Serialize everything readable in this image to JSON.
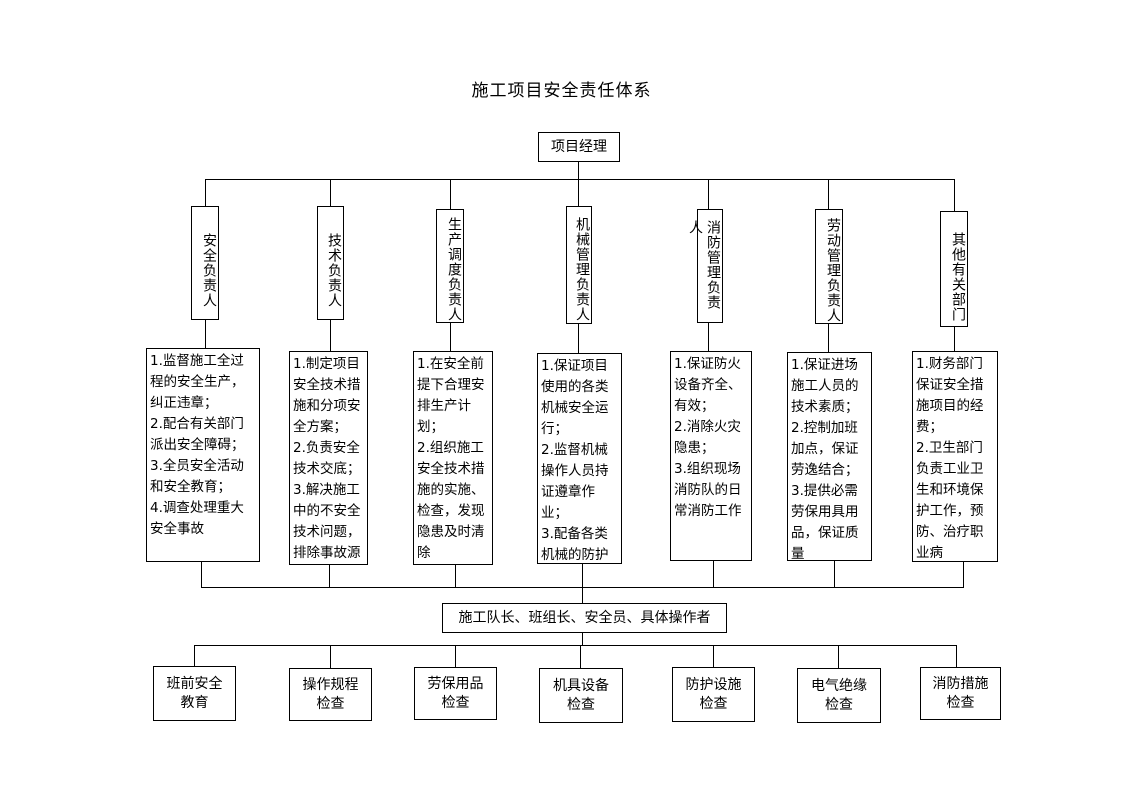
{
  "title": "施工项目安全责任体系",
  "top_node": "项目经理",
  "responsible": [
    {
      "role": "安全负责人",
      "duties": "1.监督施工全过程的安全生产，纠正违章；\n2.配合有关部门派出安全障碍；\n3.全员安全活动和安全教育；\n4.调查处理重大安全事故"
    },
    {
      "role": "技术负责人",
      "duties": "1.制定项目安全技术措施和分项安全方案；\n2.负责安全技术交底；\n3.解决施工中的不安全技术问题，排除事故源"
    },
    {
      "role": "生产调度负责人",
      "duties": "1.在安全前提下合理安排生产计划；\n2.组织施工安全技术措施的实施、检查，发现隐患及时清除"
    },
    {
      "role": "机械管理负责人",
      "duties": "1.保证项目使用的各类机械安全运行；\n2.监督机械操作人员持证遵章作业；\n3.配备各类机械的防护"
    },
    {
      "role": "消防管理负责人",
      "duties": "1.保证防火设备齐全、有效；\n2.消除火灾隐患；\n3.组织现场消防队的日常消防工作"
    },
    {
      "role": "劳动管理负责人",
      "duties": "1.保证进场施工人员的技术素质；\n2.控制加班加点，保证劳逸结合；\n3.提供必需劳保用具用品，保证质量"
    },
    {
      "role": "其他有关部门",
      "duties": "1.财务部门保证安全措施项目的经费；\n2.卫生部门负责工业卫生和环境保护工作，预防、治疗职业病"
    }
  ],
  "workers": "施工队长、班组长、安全员、具体操作者",
  "checks": [
    "班前安全\n教育",
    "操作规程\n检查",
    "劳保用品\n检查",
    "机具设备\n检查",
    "防护设施\n检查",
    "电气绝缘\n检查",
    "消防措施\n检查"
  ]
}
